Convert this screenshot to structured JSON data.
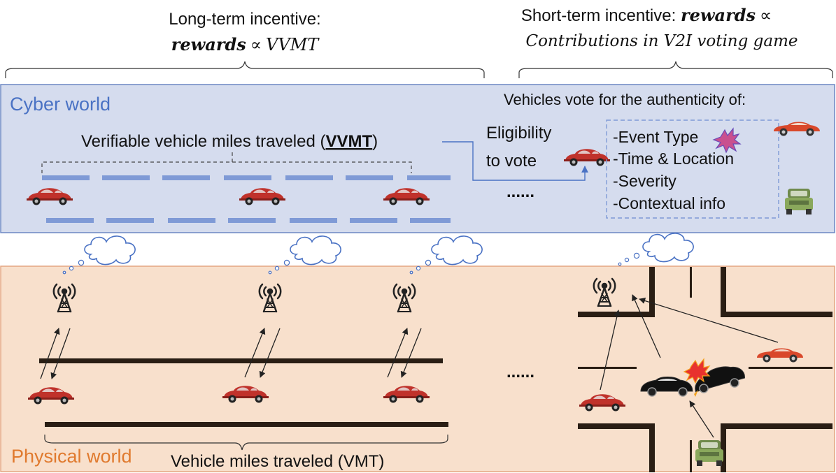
{
  "top": {
    "long_term": {
      "line1": "Long-term incentive:",
      "bold": "rewards",
      "prop": "∝",
      "italic": "VVMT"
    },
    "short_term": {
      "line1_prefix": "Short-term incentive: ",
      "bold": "rewards",
      "prop": "∝",
      "line2": "Contributions in V2I voting game"
    }
  },
  "cyber": {
    "label": "Cyber world",
    "vvmt_prefix": "Verifiable vehicle miles traveled (",
    "vvmt_abbr": "VVMT",
    "vvmt_suffix": ")",
    "eligibility_line1": "Eligibility",
    "eligibility_line2": "to vote",
    "ellipsis": "......",
    "vote_title": "Vehicles vote for the authenticity of:",
    "vote_items": [
      "-Event Type",
      "-Time & Location",
      "-Severity",
      "-Contextual info"
    ]
  },
  "physical": {
    "label": "Physical world",
    "vmt_label": "Vehicle miles traveled (VMT)",
    "ellipsis": "......"
  },
  "colors": {
    "cyber_bg": "#d5dcee",
    "cyber_border": "#6c87c4",
    "cyber_label": "#4a72c4",
    "physical_bg": "#f8e0cc",
    "physical_border": "#e4a582",
    "physical_label": "#e07a2e",
    "lane": "#7f9ad6",
    "road": "#2a1e14",
    "car_red": "#c0322b"
  },
  "icons": [
    "car-icon",
    "cloud-icon",
    "radio-tower-icon",
    "crash-icon",
    "pickup-truck-icon",
    "explosion-icon",
    "brace-icon"
  ]
}
